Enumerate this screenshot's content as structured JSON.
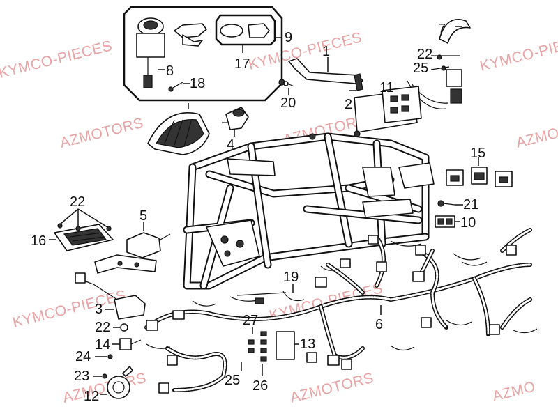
{
  "watermarks": [
    {
      "text": "KYMCO-PIECES"
    },
    {
      "text": "KYMCO-PIECES"
    },
    {
      "text": "KYMCO-PIECES"
    },
    {
      "text": "AZMOTORS"
    },
    {
      "text": "AZMOTORS"
    },
    {
      "text": "AZMOTORS"
    },
    {
      "text": "KYMCO-PIECES"
    },
    {
      "text": "KYMCO-PIECES"
    },
    {
      "text": "AZMOTORS"
    },
    {
      "text": "AZMOTORS"
    }
  ],
  "callouts": [
    "1",
    "2",
    "3",
    "4",
    "5",
    "6",
    "7",
    "8",
    "9",
    "10",
    "11",
    "12",
    "13",
    "14",
    "15",
    "16",
    "17",
    "18",
    "19",
    "20",
    "21",
    "22",
    "22",
    "22",
    "23",
    "24",
    "25",
    "25",
    "26",
    "27"
  ]
}
